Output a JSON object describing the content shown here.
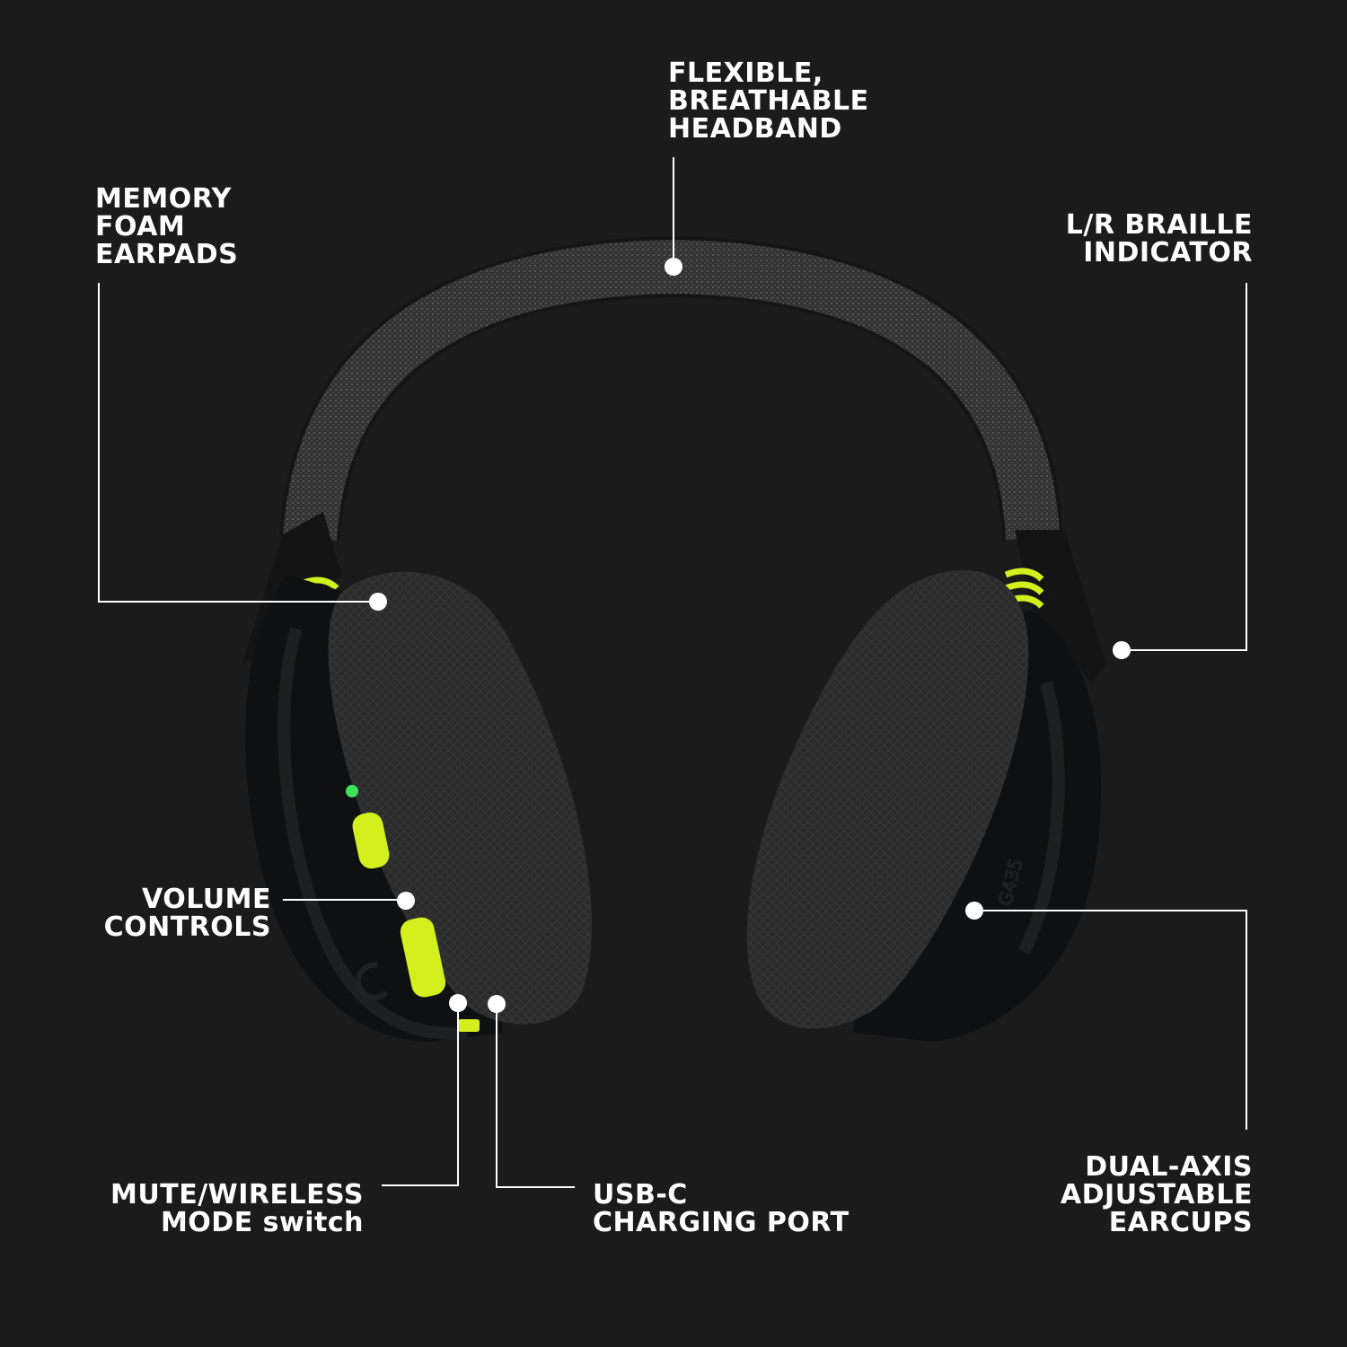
{
  "product": {
    "model_emboss": "G435"
  },
  "colors": {
    "background": "#1b1b1b",
    "accent": "#d4ef1e",
    "text": "#ffffff",
    "led": "#3fe05a"
  },
  "callouts": {
    "headband": [
      "FLEXIBLE,",
      "BREATHABLE",
      "HEADBAND"
    ],
    "earpads": [
      "MEMORY",
      "FOAM",
      "EARPADS"
    ],
    "braille": [
      "L/R BRAILLE",
      "INDICATOR"
    ],
    "volume": [
      "VOLUME",
      "CONTROLS"
    ],
    "mute": [
      "MUTE/WIRELESS",
      "MODE switch"
    ],
    "usbc": [
      "USB-C",
      "CHARGING PORT"
    ],
    "earcups": [
      "DUAL-AXIS",
      "ADJUSTABLE",
      "EARCUPS"
    ]
  }
}
